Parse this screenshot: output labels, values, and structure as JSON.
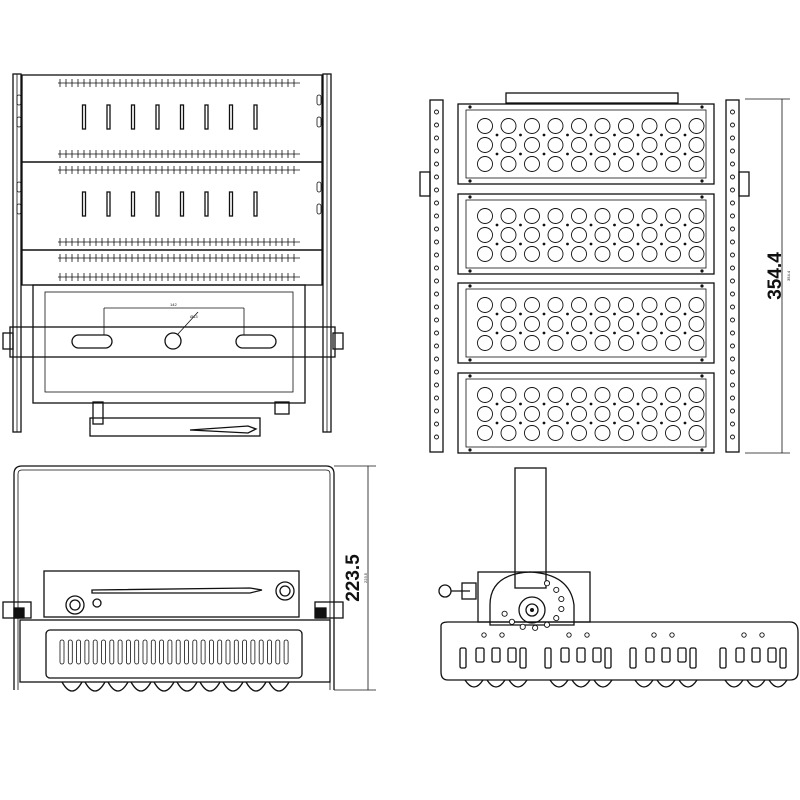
{
  "dimensions": {
    "height_main": "354.4",
    "height_main_small": "354.4",
    "height_side": "223.5",
    "height_side_small": "223.5",
    "bracket_small_a": "142",
    "bracket_small_b": "Ø13"
  },
  "colors": {
    "line": "#111111",
    "background": "#ffffff"
  }
}
